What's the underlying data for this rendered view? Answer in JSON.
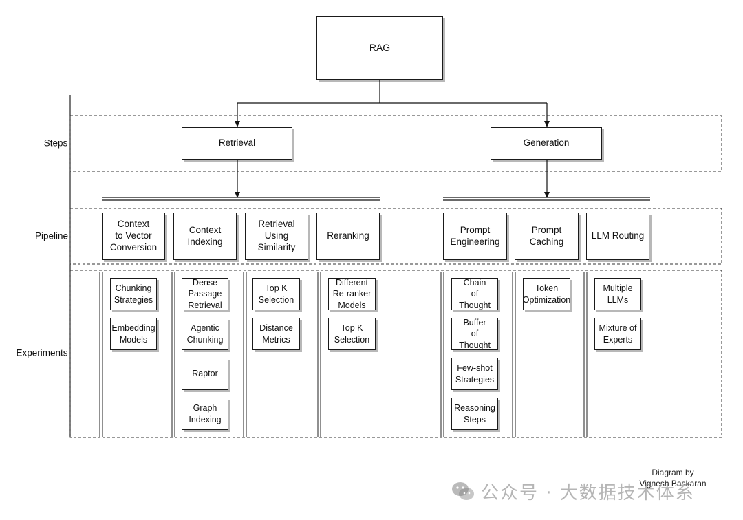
{
  "root": {
    "label": "RAG"
  },
  "lanes": {
    "steps": "Steps",
    "pipeline": "Pipeline",
    "experiments": "Experiments"
  },
  "steps": {
    "retrieval": "Retrieval",
    "generation": "Generation"
  },
  "pipeline": [
    {
      "label": "Context\nto Vector\nConversion",
      "experiments": [
        "Chunking\nStrategies",
        "Embedding\nModels"
      ]
    },
    {
      "label": "Context\nIndexing",
      "experiments": [
        "Dense\nPassage\nRetrieval",
        "Agentic\nChunking",
        "Raptor",
        "Graph\nIndexing"
      ]
    },
    {
      "label": "Retrieval\nUsing\nSimilarity",
      "experiments": [
        "Top K\nSelection",
        "Distance\nMetrics"
      ]
    },
    {
      "label": "Reranking",
      "experiments": [
        "Different\nRe-ranker\nModels",
        "Top K\nSelection"
      ]
    },
    {
      "label": "Prompt\nEngineering",
      "experiments": [
        "Chain\nof Thought",
        "Buffer\nof Thought",
        "Few-shot\nStrategies",
        "Reasoning\nSteps"
      ]
    },
    {
      "label": "Prompt\nCaching",
      "experiments": [
        "Token\nOptimization"
      ]
    },
    {
      "label": "LLM Routing",
      "experiments": [
        "Multiple\nLLMs",
        "Mixture of\nExperts"
      ]
    }
  ],
  "credit": "Diagram by\nVignesh Baskaran",
  "watermark": {
    "text": "公众号 · 大数据技术体系",
    "icon": "wechat-icon"
  }
}
